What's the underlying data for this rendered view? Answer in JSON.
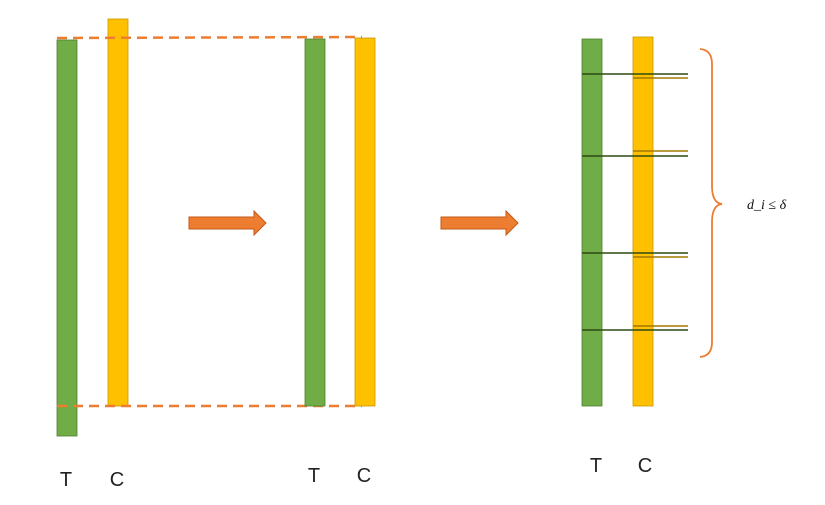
{
  "colors": {
    "treatment_bar": "#70ad47",
    "treatment_border": "#4e7f30",
    "control_bar": "#ffc000",
    "control_border": "#c99700",
    "dashed_guide": "#ed7d31",
    "arrow": "#ed7d31",
    "arrow_border": "#c45a16",
    "match_line_dark": "#2e4a12",
    "match_line_gold": "#a07800",
    "brace": "#ed7d31"
  },
  "panels": [
    {
      "t_label": "T",
      "c_label": "C"
    },
    {
      "t_label": "T",
      "c_label": "C"
    },
    {
      "t_label": "T",
      "c_label": "C"
    }
  ],
  "constraint_label": "d_i ≤ δ",
  "icons": {
    "step_arrow": "right-arrow-icon",
    "brace": "right-curly-brace-icon"
  }
}
